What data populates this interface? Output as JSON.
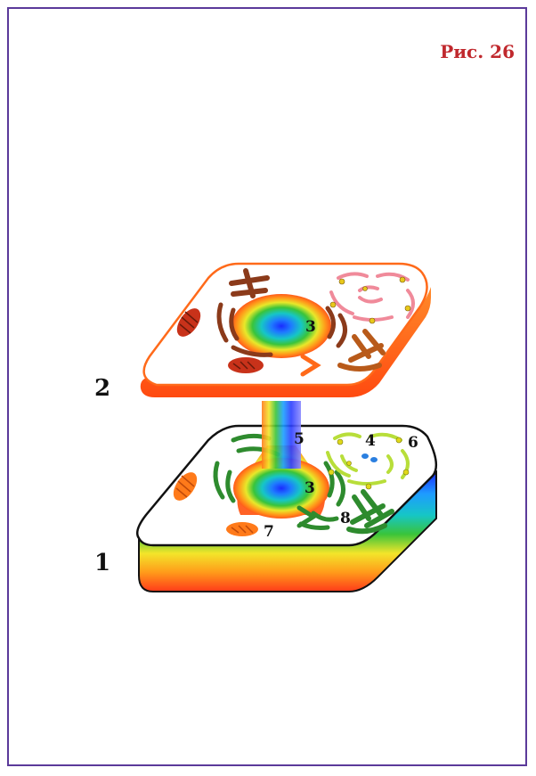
{
  "figure": {
    "caption": "Рис. 26"
  },
  "layers": {
    "upper_number": "2",
    "lower_number": "1"
  },
  "callouts": {
    "upper_center": "3",
    "lower_center": "3",
    "n4": "4",
    "n5": "5",
    "n6": "6",
    "n7": "7",
    "n8": "8"
  },
  "colors": {
    "frame": "#5b3a9a",
    "caption": "#c0282d",
    "upper_edge": "#ff6a1a",
    "organelle_green": "#2e8b2e",
    "organelle_brown": "#8b3a1a"
  }
}
